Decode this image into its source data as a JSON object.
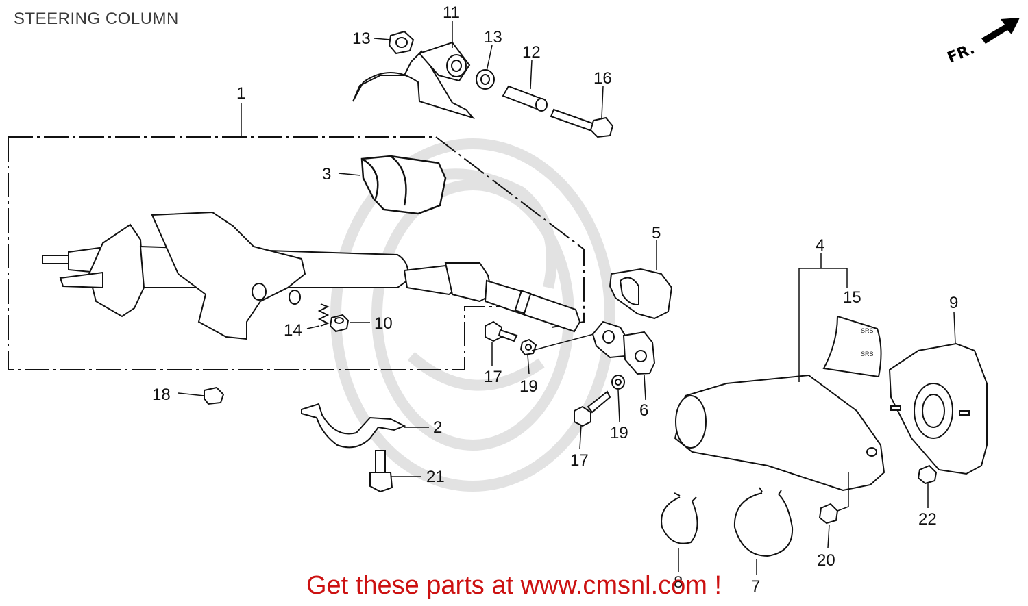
{
  "title": "STEERING COLUMN",
  "footer_link": "Get these parts at www.cmsnl.com !",
  "front_indicator": "FR.",
  "srs_labels": [
    "SRS",
    "SRS"
  ],
  "callouts": {
    "c1": "1",
    "c2": "2",
    "c3": "3",
    "c4": "4",
    "c5": "5",
    "c6": "6",
    "c7": "7",
    "c8": "8",
    "c9": "9",
    "c10": "10",
    "c11": "11",
    "c12": "12",
    "c13a": "13",
    "c13b": "13",
    "c14": "14",
    "c15": "15",
    "c16": "16",
    "c17a": "17",
    "c17b": "17",
    "c18": "18",
    "c19a": "19",
    "c19b": "19",
    "c20": "20",
    "c21": "21",
    "c22": "22"
  },
  "colors": {
    "ink": "#111111",
    "watermark": "#e2e2e2",
    "footer": "#cc1111"
  }
}
